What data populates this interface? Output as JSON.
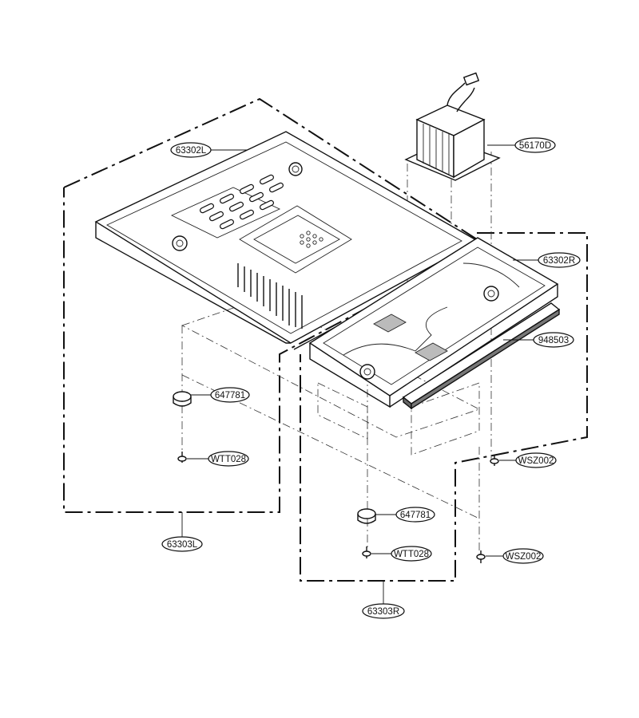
{
  "labels": {
    "base_plate_left": "63302L",
    "transformer": "56170D",
    "base_plate_right": "63302R",
    "strip": "948503",
    "foot_left": "647781",
    "screw_left": "WTT028",
    "assembly_left": "63303L",
    "screw_right_upper": "WSZ002",
    "foot_right": "647781",
    "screw_right_lower": "WTT028",
    "screw_right_side": "WSZ002",
    "assembly_right": "63303R"
  }
}
